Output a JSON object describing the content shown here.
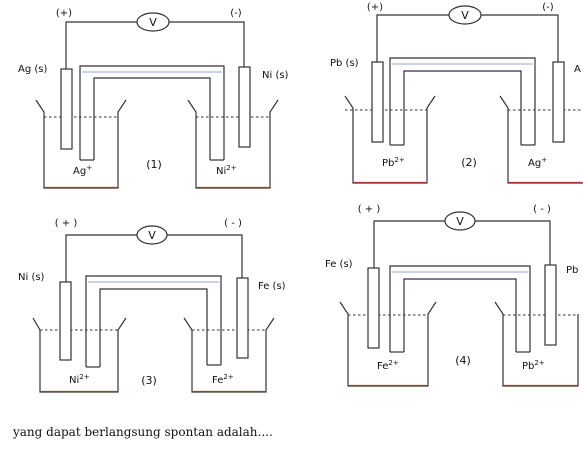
{
  "question": "yang dapat berlangsung spontan adalah....",
  "voltmeter_symbol": "V",
  "cells": [
    {
      "number": "(1)",
      "left_sign": "(+)",
      "right_sign": "(-)",
      "left_electrode": "Ag (s)",
      "right_electrode": "Ni (s)",
      "left_ion": {
        "base": "Ag",
        "sup": "+"
      },
      "right_ion": {
        "base": "Ni",
        "sup": "2+"
      }
    },
    {
      "number": "(2)",
      "left_sign": "(+)",
      "right_sign": "(-)",
      "left_electrode": "Pb (s)",
      "right_electrode": "A",
      "left_ion": {
        "base": "Pb",
        "sup": "2+"
      },
      "right_ion": {
        "base": "Ag",
        "sup": "+"
      }
    },
    {
      "number": "(3)",
      "left_sign": "( + )",
      "right_sign": "( - )",
      "left_electrode": "Ni (s)",
      "right_electrode": "Fe (s)",
      "left_ion": {
        "base": "Ni",
        "sup": "2+"
      },
      "right_ion": {
        "base": "Fe",
        "sup": "2+"
      }
    },
    {
      "number": "(4)",
      "left_sign": "( + )",
      "right_sign": "( - )",
      "left_electrode": "Fe (s)",
      "right_electrode": "Pb",
      "left_ion": {
        "base": "Fe",
        "sup": "2+"
      },
      "right_ion": {
        "base": "Pb",
        "sup": "2+"
      }
    }
  ]
}
